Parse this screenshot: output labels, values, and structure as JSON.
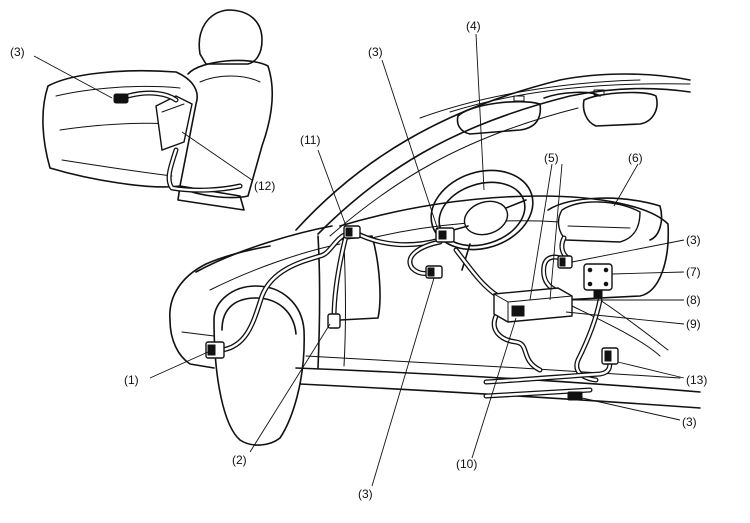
{
  "callouts": {
    "c1": "(1)",
    "c2": "(2)",
    "c3_seat": "(3)",
    "c3_column": "(3)",
    "c3_lower": "(3)",
    "c3_right": "(3)",
    "c3_floor": "(3)",
    "c4": "(4)",
    "c5": "(5)",
    "c6": "(6)",
    "c7": "(7)",
    "c8": "(8)",
    "c9": "(9)",
    "c10": "(10)",
    "c11": "(11)",
    "c12": "(12)",
    "c13": "(13)"
  }
}
